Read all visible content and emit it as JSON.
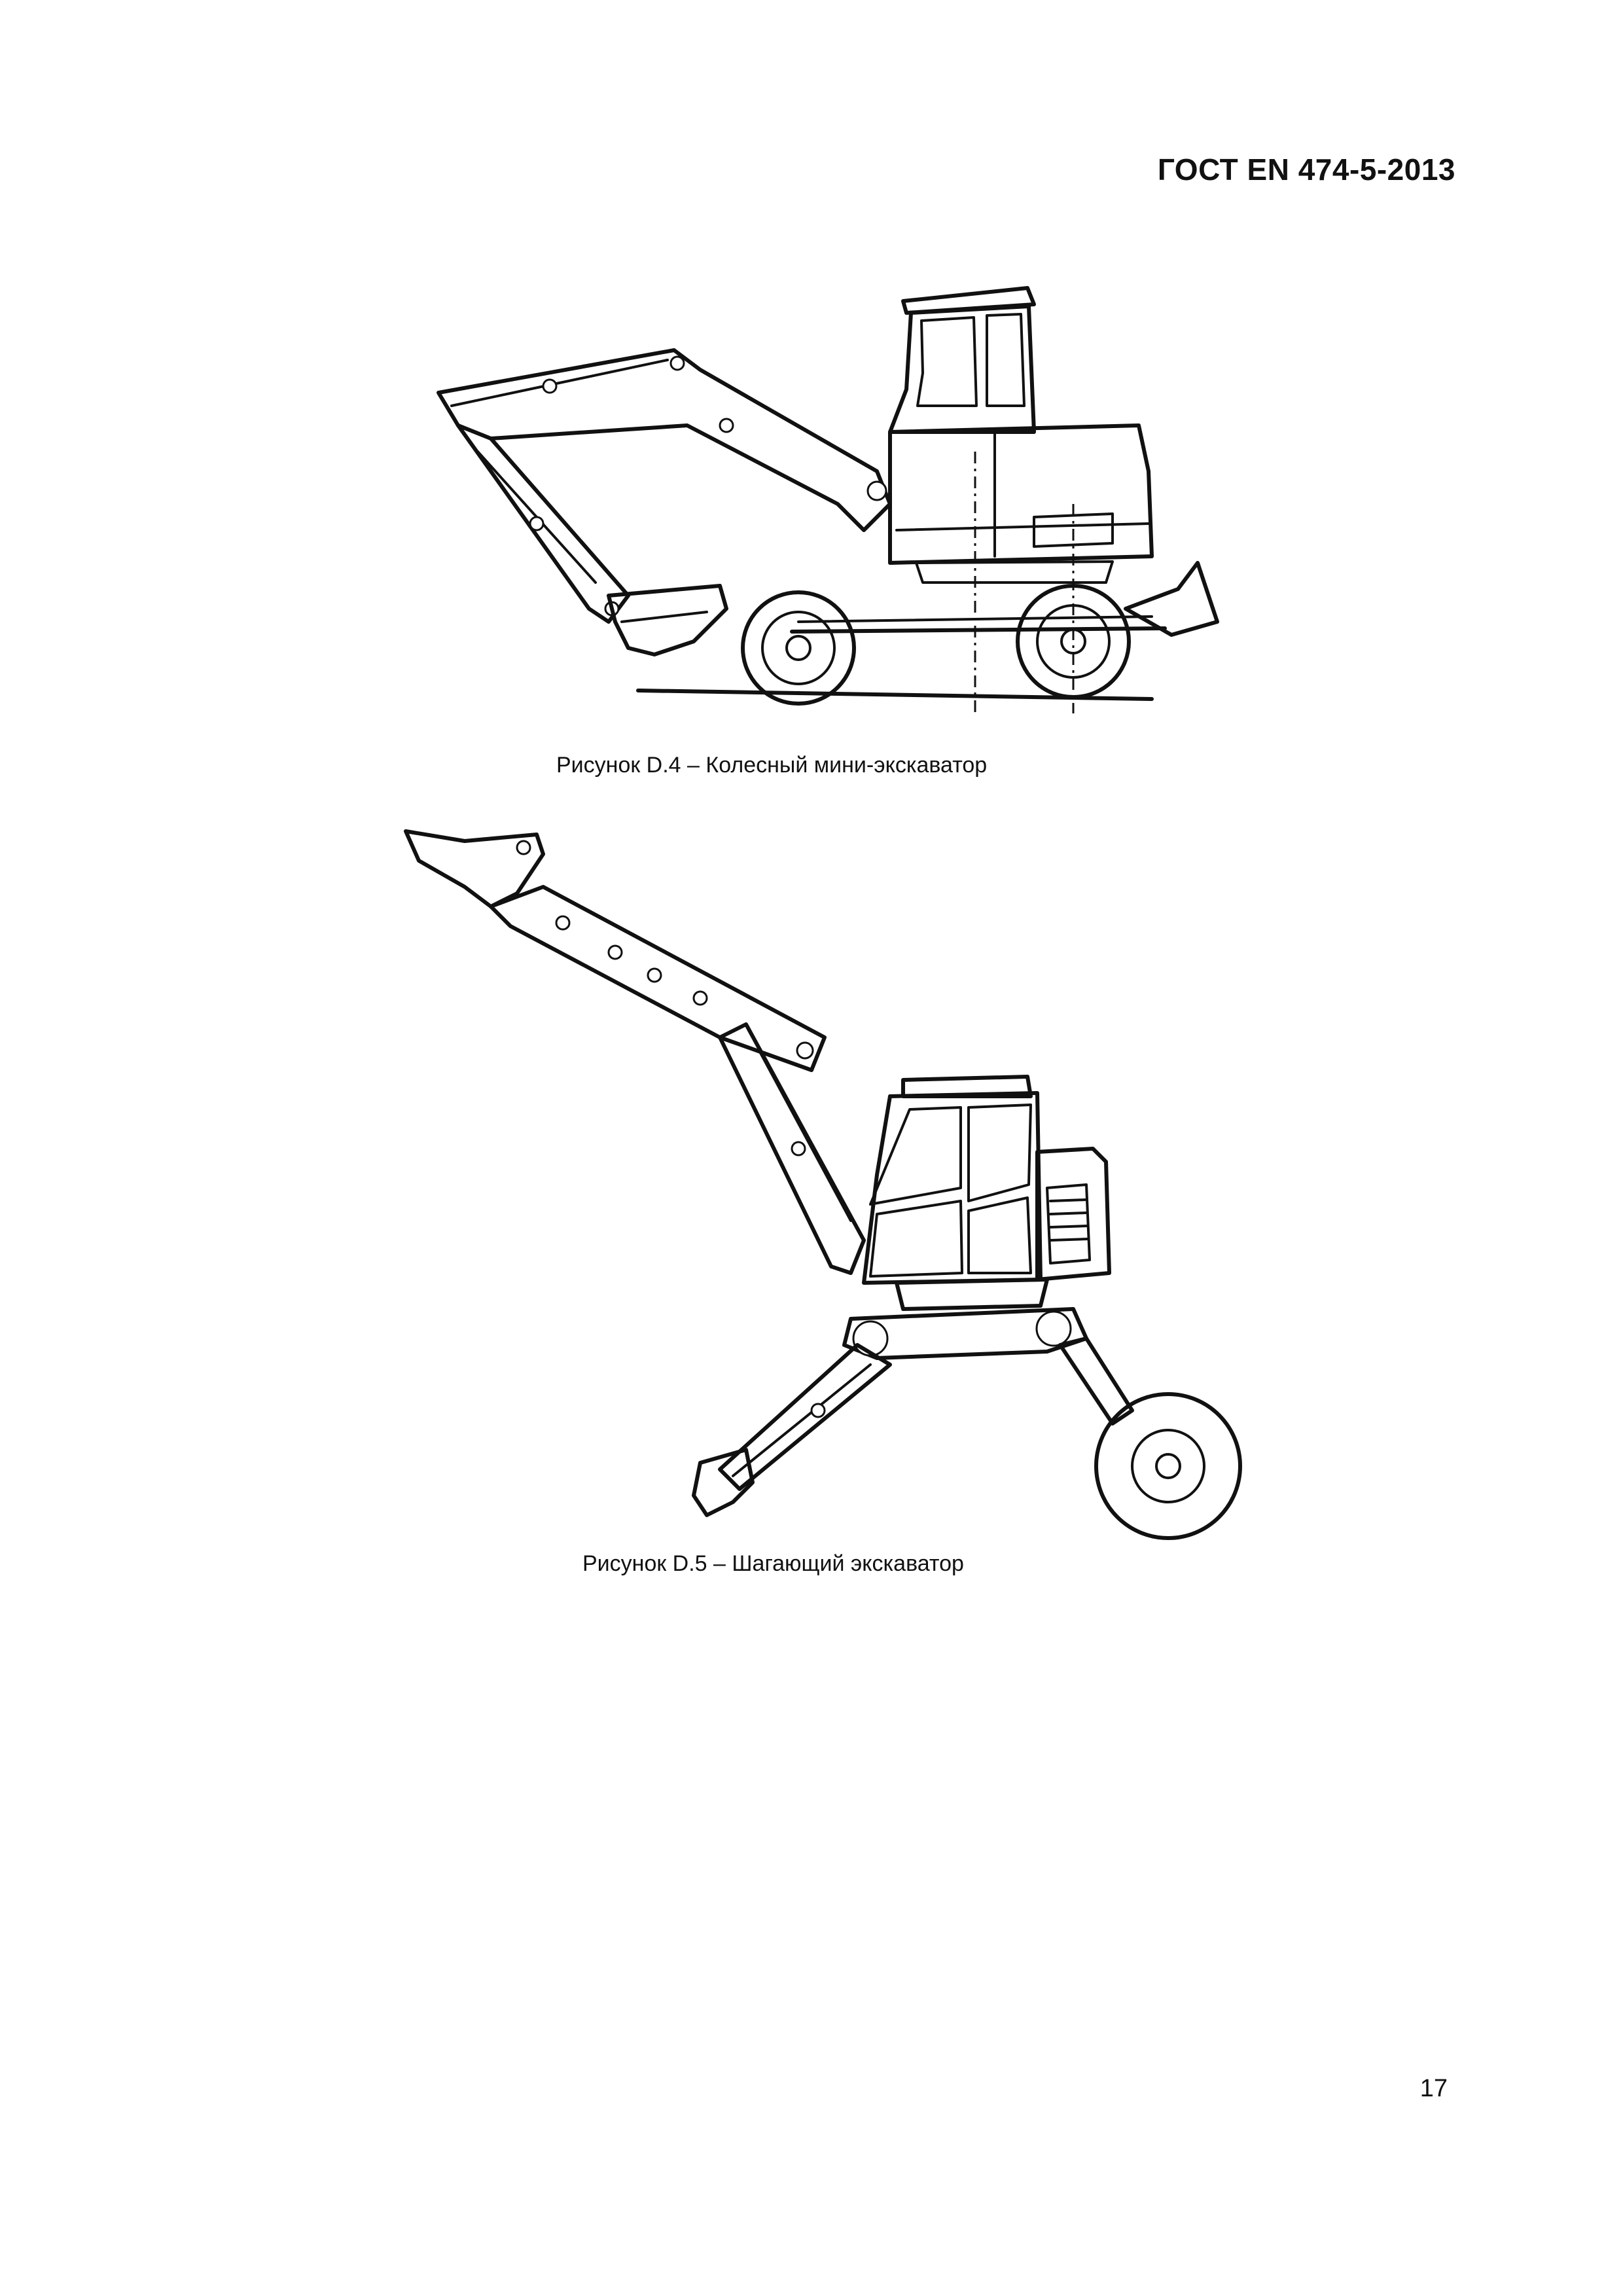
{
  "header": {
    "standard_code": "ГОСТ EN 474-5-2013"
  },
  "figures": [
    {
      "caption": "Рисунок D.4 – Колесный мини-экскаватор",
      "drawing": "wheeled-mini-excavator"
    },
    {
      "caption": "Рисунок D.5 – Шагающий экскаватор",
      "drawing": "walking-excavator"
    }
  ],
  "footer": {
    "page_number": "17"
  }
}
